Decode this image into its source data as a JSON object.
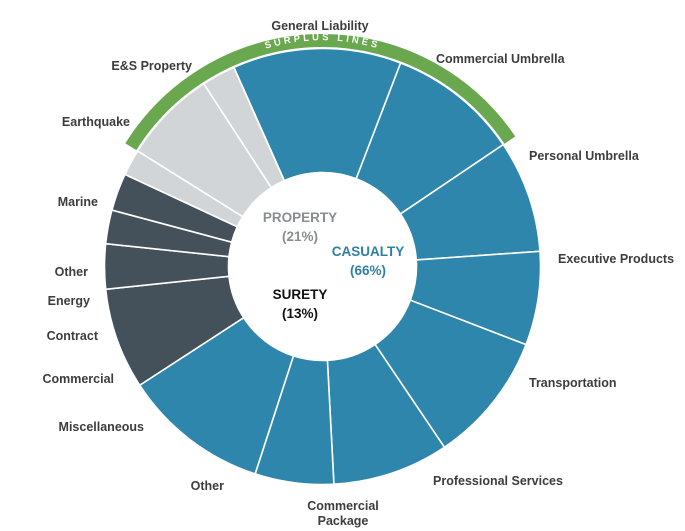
{
  "colors": {
    "casualty": "#2e86ad",
    "property": "#d1d5d7",
    "surety": "#44515b",
    "surplus_lines": "#6aa84f",
    "label_text": "#3d3d3d",
    "property_center": "#8a8d90",
    "casualty_center": "#2e7fa8",
    "surety_center": "#111111"
  },
  "groups": {
    "property": {
      "name": "PROPERTY",
      "pct": "(21%)"
    },
    "casualty": {
      "name": "CASUALTY",
      "pct": "(66%)"
    },
    "surety": {
      "name": "SURETY",
      "pct": "(13%)"
    }
  },
  "surplus_lines_label": "SURPLUS LINES",
  "segments": [
    {
      "label": "General Liability",
      "group": "casualty"
    },
    {
      "label": "Commercial Umbrella",
      "group": "casualty"
    },
    {
      "label": "Personal Umbrella",
      "group": "casualty"
    },
    {
      "label": "Executive Products",
      "group": "casualty"
    },
    {
      "label": "Transportation",
      "group": "casualty"
    },
    {
      "label": "Professional Services",
      "group": "casualty"
    },
    {
      "label": "Commercial\nPackage",
      "group": "casualty"
    },
    {
      "label": "Other",
      "group": "casualty"
    },
    {
      "label": "Miscellaneous",
      "group": "surety"
    },
    {
      "label": "Commercial",
      "group": "surety"
    },
    {
      "label": "Contract",
      "group": "surety"
    },
    {
      "label": "Energy",
      "group": "surety"
    },
    {
      "label": "Other",
      "group": "property"
    },
    {
      "label": "Marine",
      "group": "property"
    },
    {
      "label": "Earthquake",
      "group": "property"
    },
    {
      "label": "E&S Property",
      "group": "property"
    }
  ]
}
